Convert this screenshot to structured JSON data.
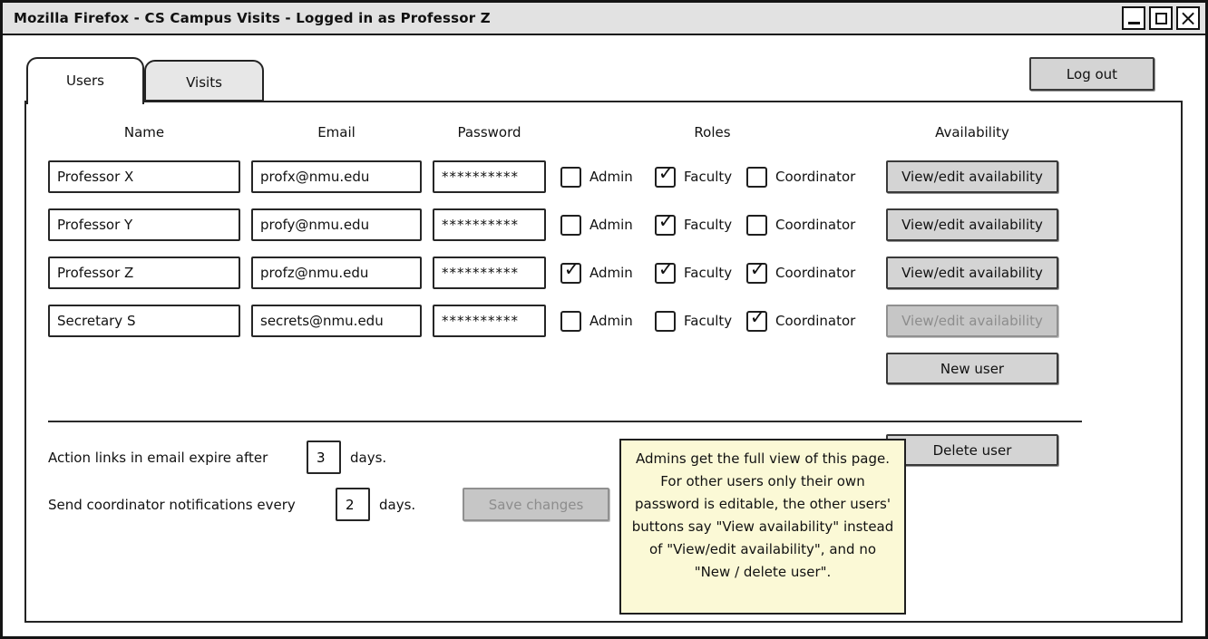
{
  "window": {
    "title": "Mozilla Firefox - CS Campus Visits - Logged in as Professor Z"
  },
  "icons": {
    "checkmark": "✓",
    "close": "×",
    "minimize": "underscore-shape",
    "maximize": "square-shape"
  },
  "tabs": [
    {
      "label": "Users",
      "active": true
    },
    {
      "label": "Visits",
      "active": false
    }
  ],
  "logout_label": "Log out",
  "table": {
    "headers": {
      "name": "Name",
      "email": "Email",
      "password": "Password",
      "roles": "Roles",
      "availability": "Availability"
    },
    "role_labels": [
      "Admin",
      "Faculty",
      "Coordinator"
    ],
    "rows": [
      {
        "name": "Professor X",
        "email": "profx@nmu.edu",
        "password": "**********",
        "admin": false,
        "faculty": true,
        "coordinator": false,
        "availability_label": "View/edit availability",
        "availability_enabled": true
      },
      {
        "name": "Professor Y",
        "email": "profy@nmu.edu",
        "password": "**********",
        "admin": false,
        "faculty": true,
        "coordinator": false,
        "availability_label": "View/edit availability",
        "availability_enabled": true
      },
      {
        "name": "Professor Z",
        "email": "profz@nmu.edu",
        "password": "**********",
        "admin": true,
        "faculty": true,
        "coordinator": true,
        "availability_label": "View/edit availability",
        "availability_enabled": true
      },
      {
        "name": "Secretary S",
        "email": "secrets@nmu.edu",
        "password": "**********",
        "admin": false,
        "faculty": false,
        "coordinator": true,
        "availability_label": "View/edit availability",
        "availability_enabled": false
      }
    ]
  },
  "buttons": {
    "new_user": "New user",
    "delete_user": "Delete user",
    "save_changes": "Save changes",
    "save_changes_enabled": false
  },
  "settings": {
    "expire_prefix": "Action links in email expire after",
    "expire_value": "3",
    "expire_suffix": "days.",
    "notify_prefix": "Send coordinator notifications every",
    "notify_value": "2",
    "notify_suffix": "days."
  },
  "note": {
    "text": "Admins get the full view of this page. For other users only their own password is editable, the other users' buttons say \"View availability\" instead of \"View/edit availability\", and no \"New / delete user\"."
  }
}
